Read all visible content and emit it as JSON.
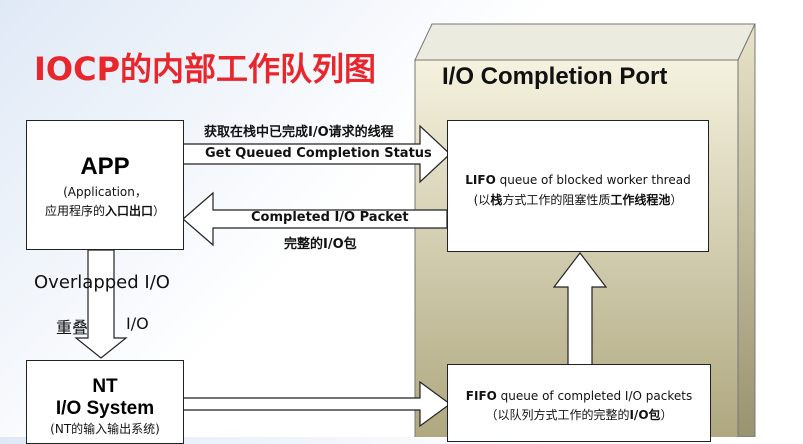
{
  "title": "IOCP的内部工作队列图",
  "port": {
    "title": "I/O  Completion Port"
  },
  "app": {
    "name": "APP",
    "line1": "(Application，",
    "line2_a": "应用程序的",
    "line2_b": "入口出口",
    "line2_c": "）"
  },
  "lifo": {
    "bold": "LIFO",
    "text": " queue of blocked worker thread",
    "line2_a": "(以",
    "line2_b": "栈",
    "line2_c": "方式工作的阻塞性质",
    "line2_d": "工作线程池",
    "line2_e": "）"
  },
  "fifo": {
    "bold": "FIFO",
    "text": " queue of completed I/O  packets",
    "line2_a": "（以队列方式工作的完整的",
    "line2_b": "I/O包",
    "line2_c": "）"
  },
  "nt": {
    "line1": "NT",
    "line2": "I/O  System",
    "line3": "(NT的输入输出系统)"
  },
  "arrows": {
    "get_cn": "获取在栈中已完成I/O请求的线程",
    "get_en": "Get Queued Completion Status",
    "completed_en": "Completed I/O Packet",
    "completed_cn": "完整的I/O包"
  },
  "overlapped": {
    "en": "Overlapped I/O",
    "cn": "重叠",
    "io": "I/O"
  },
  "colors": {
    "title": "#e8262c",
    "port_light": "#f4f1dc",
    "port_dark": "#b3ab84"
  }
}
